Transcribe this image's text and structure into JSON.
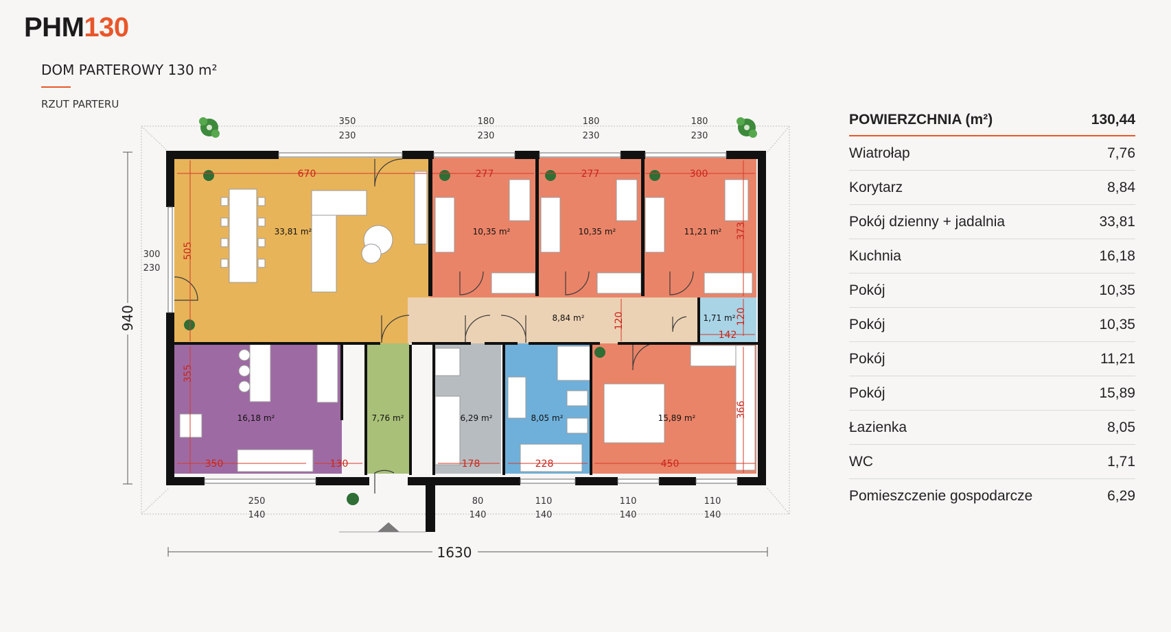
{
  "brand": {
    "prefix": "PHM",
    "number": "130",
    "accent_color": "#e9562a"
  },
  "subtitle": "DOM PARTEROWY 130 m²",
  "section_label": "RZUT PARTERU",
  "plan": {
    "total_width": "1630",
    "total_depth": "940",
    "rooms": [
      {
        "area": "33,81 m²",
        "dim_a": "670",
        "dim_b": "505",
        "color": "#e8b45a"
      },
      {
        "area": "10,35 m²",
        "dim_a": "277",
        "color": "#ea8468"
      },
      {
        "area": "10,35 m²",
        "dim_a": "277",
        "color": "#ea8468"
      },
      {
        "area": "11,21 m²",
        "dim_a": "300",
        "dim_b": "373",
        "color": "#ea8468"
      },
      {
        "area": "8,84 m²",
        "dim_a": "120",
        "color": "#ecd2b4"
      },
      {
        "area": "1,71 m²",
        "dim_a": "142",
        "dim_b": "120",
        "color": "#a8d4e6"
      },
      {
        "area": "16,18 m²",
        "dim_a": "350",
        "dim_b": "355",
        "dim_c": "130",
        "color": "#9e6aa3"
      },
      {
        "area": "7,76 m²",
        "color": "#a9c078"
      },
      {
        "area": "6,29 m²",
        "dim_a": "178",
        "color": "#b7bcc0"
      },
      {
        "area": "8,05 m²",
        "dim_a": "228",
        "color": "#6fb0da"
      },
      {
        "area": "15,89 m²",
        "dim_a": "450",
        "dim_b": "366",
        "color": "#ea8468"
      }
    ],
    "top_windows": [
      {
        "w": "350",
        "h": "230"
      },
      {
        "w": "180",
        "h": "230"
      },
      {
        "w": "180",
        "h": "230"
      },
      {
        "w": "180",
        "h": "230"
      }
    ],
    "left_window": {
      "w": "300",
      "h": "230"
    },
    "bottom_windows": [
      {
        "w": "250",
        "h": "140"
      },
      {
        "w": "80",
        "h": "140"
      },
      {
        "w": "110",
        "h": "140"
      },
      {
        "w": "110",
        "h": "140"
      },
      {
        "w": "110",
        "h": "140"
      }
    ]
  },
  "area_table": {
    "header_label": "POWIERZCHNIA (m²)",
    "header_value": "130,44",
    "rows": [
      {
        "label": "Wiatrołap",
        "value": "7,76"
      },
      {
        "label": "Korytarz",
        "value": "8,84"
      },
      {
        "label": "Pokój dzienny + jadalnia",
        "value": "33,81"
      },
      {
        "label": "Kuchnia",
        "value": "16,18"
      },
      {
        "label": "Pokój",
        "value": "10,35"
      },
      {
        "label": "Pokój",
        "value": "10,35"
      },
      {
        "label": "Pokój",
        "value": "11,21"
      },
      {
        "label": "Pokój",
        "value": "15,89"
      },
      {
        "label": "Łazienka",
        "value": "8,05"
      },
      {
        "label": "WC",
        "value": "1,71"
      },
      {
        "label": "Pomieszczenie gospodarcze",
        "value": "6,29"
      }
    ]
  }
}
